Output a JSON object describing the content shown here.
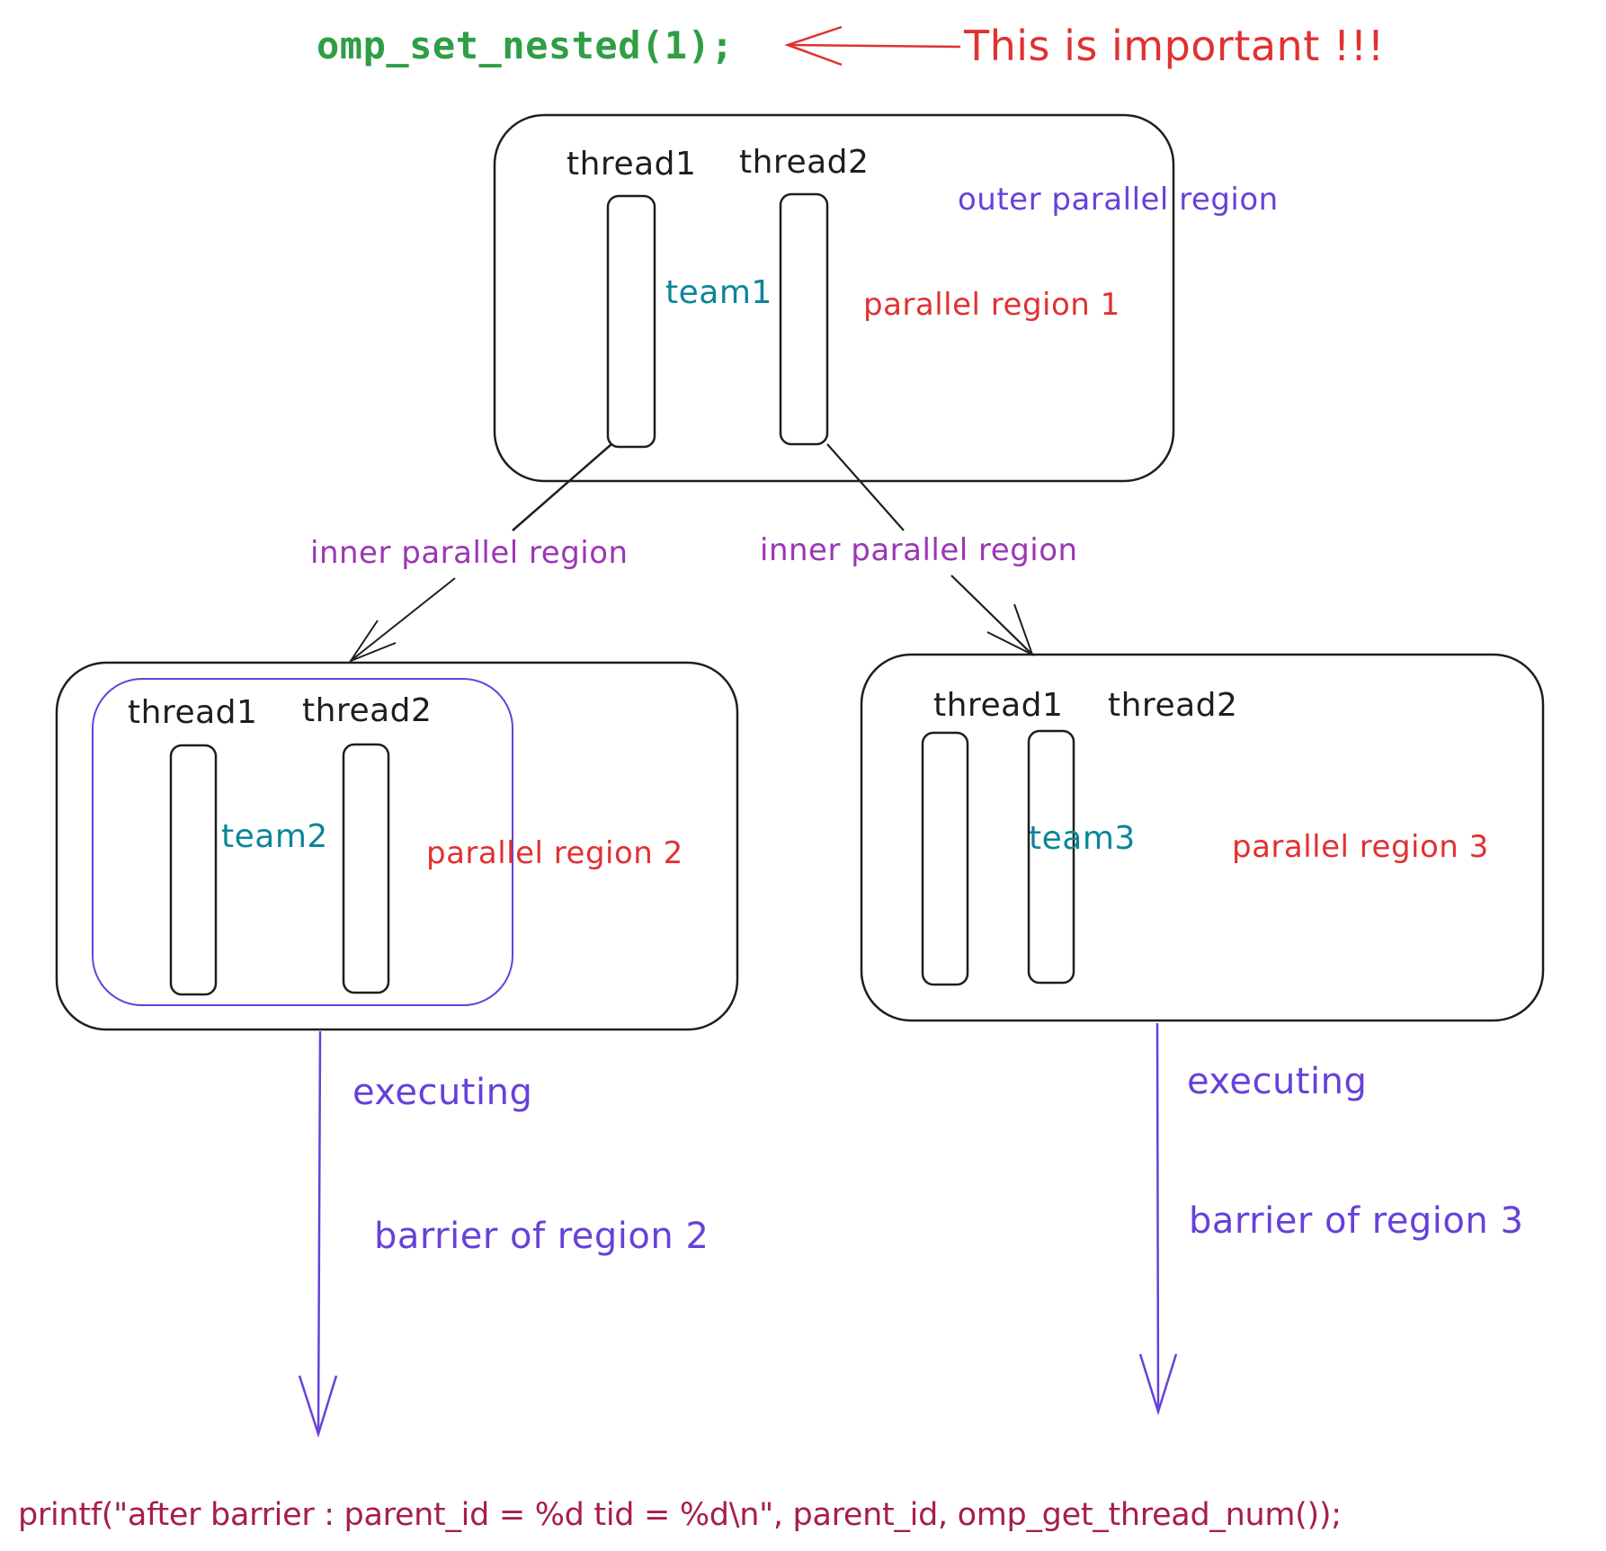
{
  "colors": {
    "ink": "#1e1e1e",
    "green": "#2f9e44",
    "red": "#e03131",
    "outer_label": "#6741d9",
    "inner_label": "#9c36b5",
    "team": "#0c8599",
    "flow": "#6741d9",
    "printf": "#a61e4d"
  },
  "header": {
    "call": "omp_set_nested(1);",
    "note": "This is important !!!"
  },
  "outer_region": {
    "label": "outer parallel region",
    "region_label": "parallel region 1",
    "team_label": "team1",
    "threads": [
      "thread1",
      "thread2"
    ]
  },
  "inner_links": [
    {
      "label": "inner parallel region"
    },
    {
      "label": "inner parallel region"
    }
  ],
  "region2": {
    "region_label": "parallel region 2",
    "team_label": "team2",
    "threads": [
      "thread1",
      "thread2"
    ],
    "flow_labels": [
      "executing",
      "barrier of region 2"
    ]
  },
  "region3": {
    "region_label": "parallel region 3",
    "team_label": "team3",
    "threads": [
      "thread1",
      "thread2"
    ],
    "flow_labels": [
      "executing",
      "barrier of region 3"
    ]
  },
  "footer": {
    "printf": "printf(\"after barrier : parent_id = %d tid = %d\\n\", parent_id, omp_get_thread_num());"
  }
}
